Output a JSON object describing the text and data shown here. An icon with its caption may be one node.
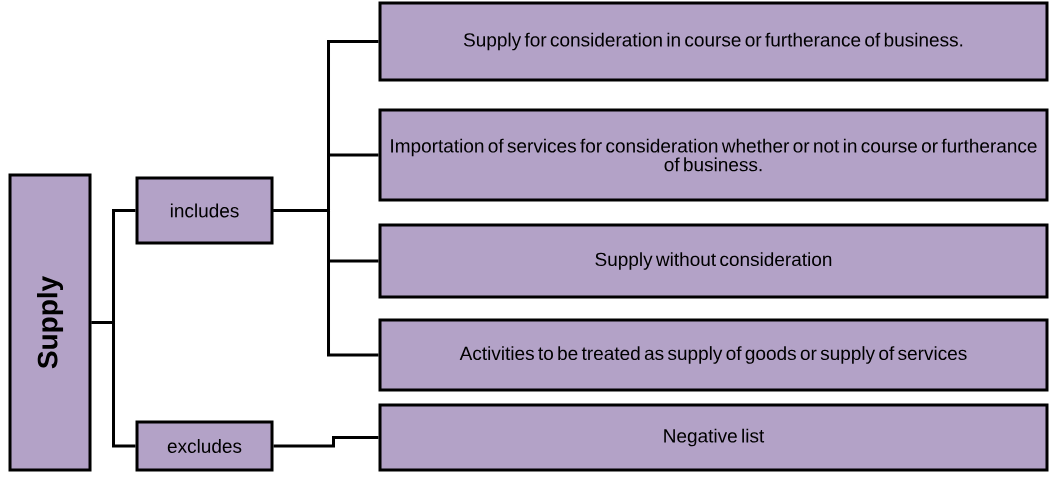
{
  "diagram": {
    "nodes": [
      {
        "text": [
          "Supply"
        ]
      },
      {
        "text": [
          "includes"
        ]
      },
      {
        "text": [
          "excludes"
        ]
      },
      {
        "text": [
          "Supply for consideration in course or furtherance of business."
        ]
      },
      {
        "text": [
          "Importation of services for consideration whether or not in course or furtherance of business."
        ]
      },
      {
        "text": [
          "Supply without consideration"
        ]
      },
      {
        "text": [
          "Activities to be treated as supply of goods or supply of services"
        ]
      },
      {
        "text": [
          "Negative list"
        ]
      }
    ],
    "edges": [
      {
        "from": 0,
        "to": 1,
        "arrow": "none"
      },
      {
        "from": 0,
        "to": 2,
        "arrow": "none"
      },
      {
        "from": 1,
        "to": 3,
        "arrow": "none"
      },
      {
        "from": 1,
        "to": 4,
        "arrow": "none"
      },
      {
        "from": 1,
        "to": 5,
        "arrow": "none"
      },
      {
        "from": 1,
        "to": 6,
        "arrow": "none"
      },
      {
        "from": 2,
        "to": 7,
        "arrow": "none"
      }
    ]
  }
}
